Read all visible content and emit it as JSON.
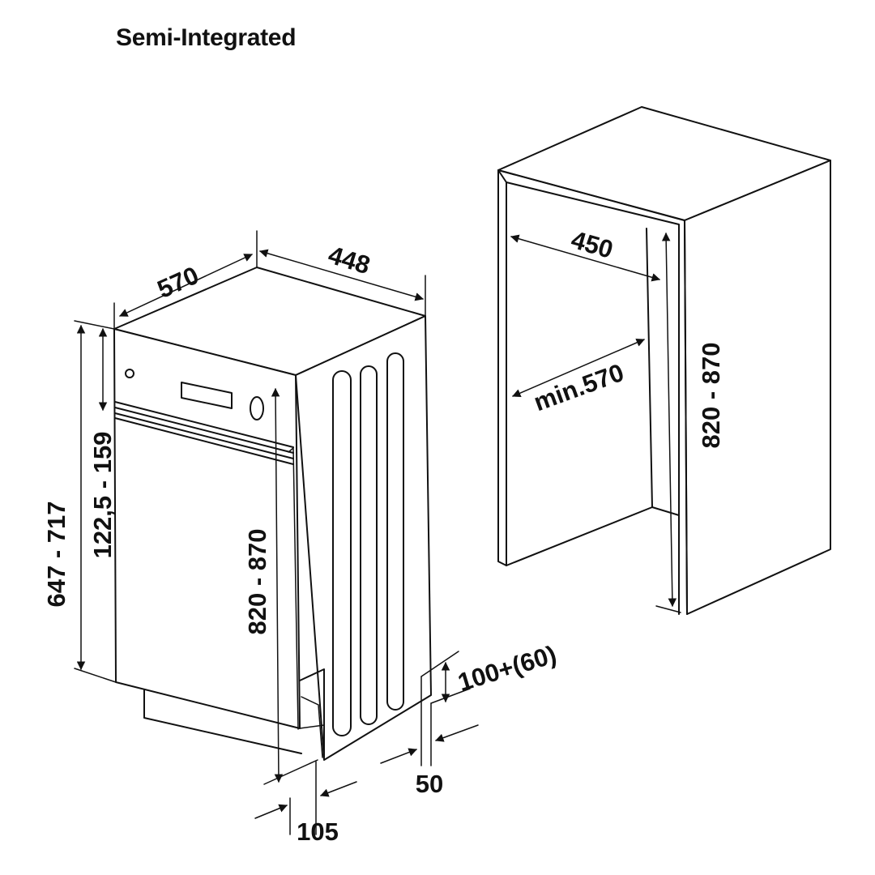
{
  "title": "Semi-Integrated",
  "appliance": {
    "depth": "570",
    "width": "448",
    "panel_height": "647 - 717",
    "control_height": "122,5 - 159",
    "total_height": "820 - 870",
    "plinth_height": "100+(60)",
    "plinth_offset": "50",
    "plinth_depth": "105"
  },
  "niche": {
    "width": "450",
    "depth": "min.570",
    "height": "820 - 870"
  },
  "colors": {
    "line": "#111111",
    "background": "#ffffff"
  }
}
